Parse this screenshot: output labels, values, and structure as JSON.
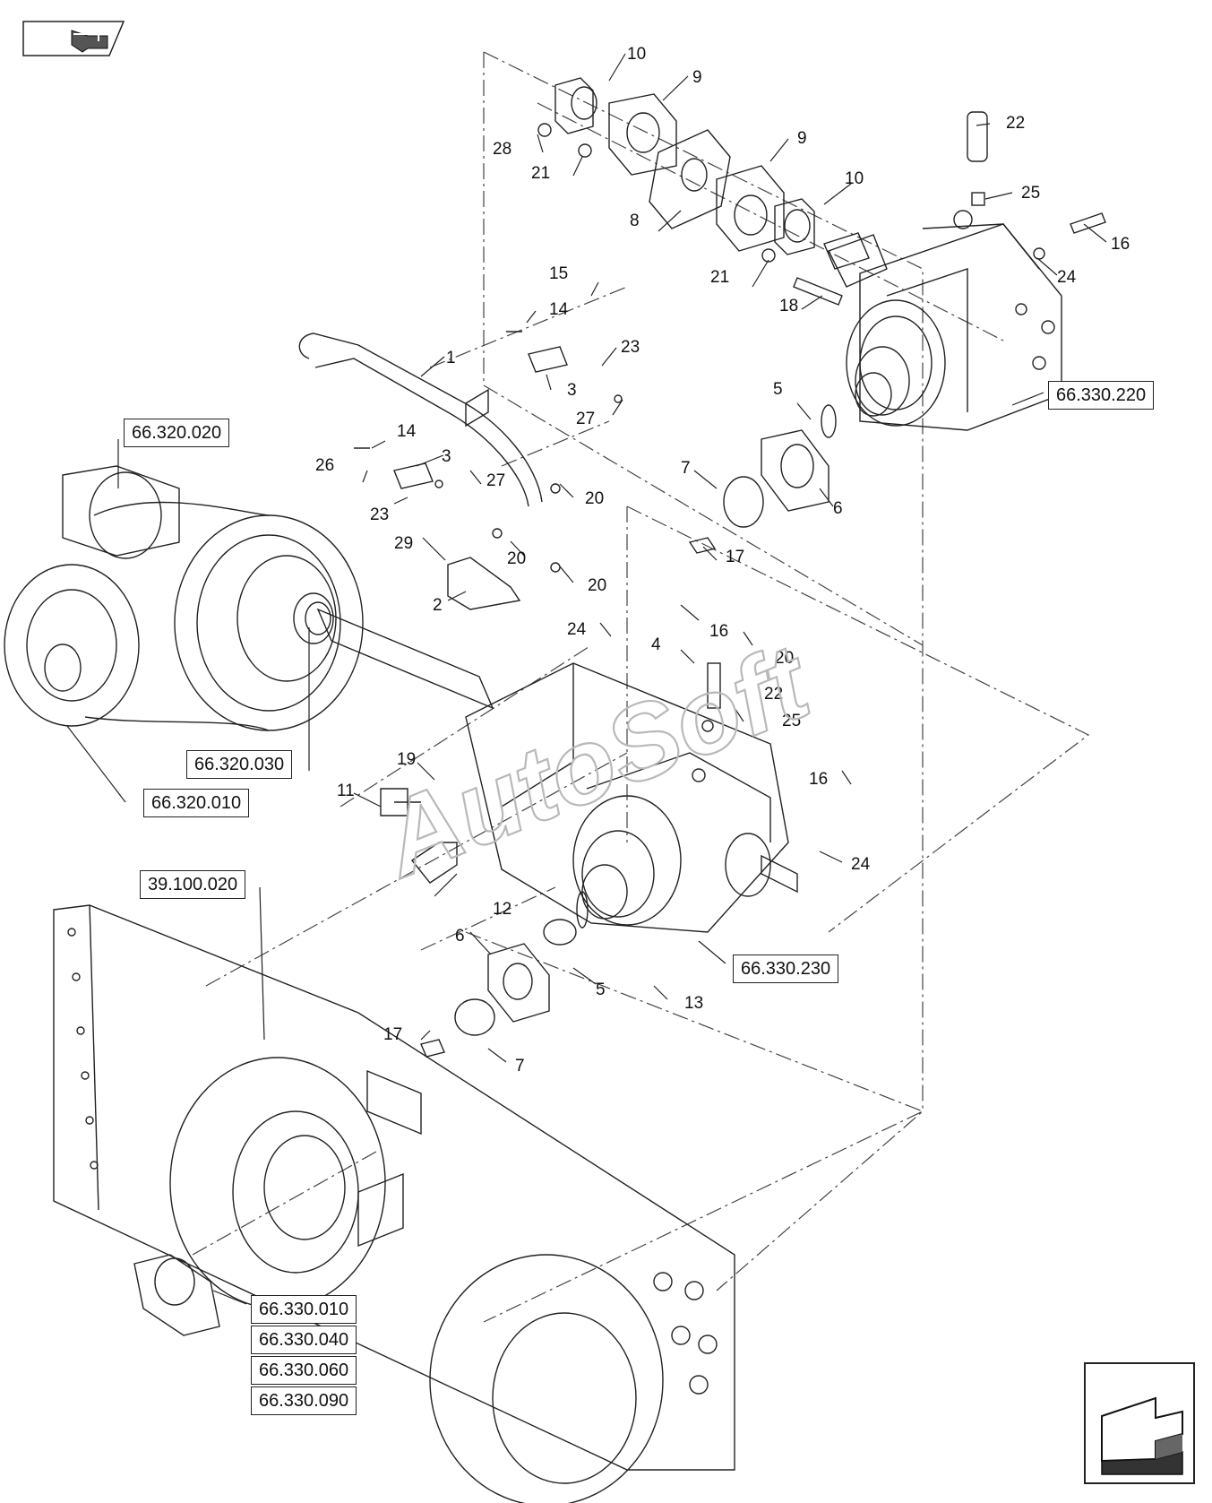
{
  "watermark": "AutoSoft",
  "nav": {
    "top_left_icon": "return-arrow-icon",
    "bottom_right_icon": "next-page-arrow-icon"
  },
  "references": [
    {
      "id": "ref-66-330-220",
      "label": "66.330.220"
    },
    {
      "id": "ref-66-320-020",
      "label": "66.320.020"
    },
    {
      "id": "ref-66-320-030",
      "label": "66.320.030"
    },
    {
      "id": "ref-66-320-010",
      "label": "66.320.010"
    },
    {
      "id": "ref-39-100-020",
      "label": "39.100.020"
    },
    {
      "id": "ref-66-330-230",
      "label": "66.330.230"
    },
    {
      "id": "ref-66-330-010",
      "label": "66.330.010"
    },
    {
      "id": "ref-66-330-040",
      "label": "66.330.040"
    },
    {
      "id": "ref-66-330-060",
      "label": "66.330.060"
    },
    {
      "id": "ref-66-330-090",
      "label": "66.330.090"
    }
  ],
  "callouts": [
    "10",
    "9",
    "28",
    "21",
    "9",
    "10",
    "8",
    "21",
    "22",
    "25",
    "16",
    "24",
    "18",
    "15",
    "14",
    "23",
    "3",
    "27",
    "1",
    "5",
    "7",
    "6",
    "17",
    "14",
    "26",
    "3",
    "23",
    "27",
    "20",
    "29",
    "20",
    "20",
    "2",
    "24",
    "16",
    "4",
    "20",
    "22",
    "25",
    "19",
    "11",
    "16",
    "24",
    "12",
    "6",
    "5",
    "13",
    "17",
    "7"
  ]
}
